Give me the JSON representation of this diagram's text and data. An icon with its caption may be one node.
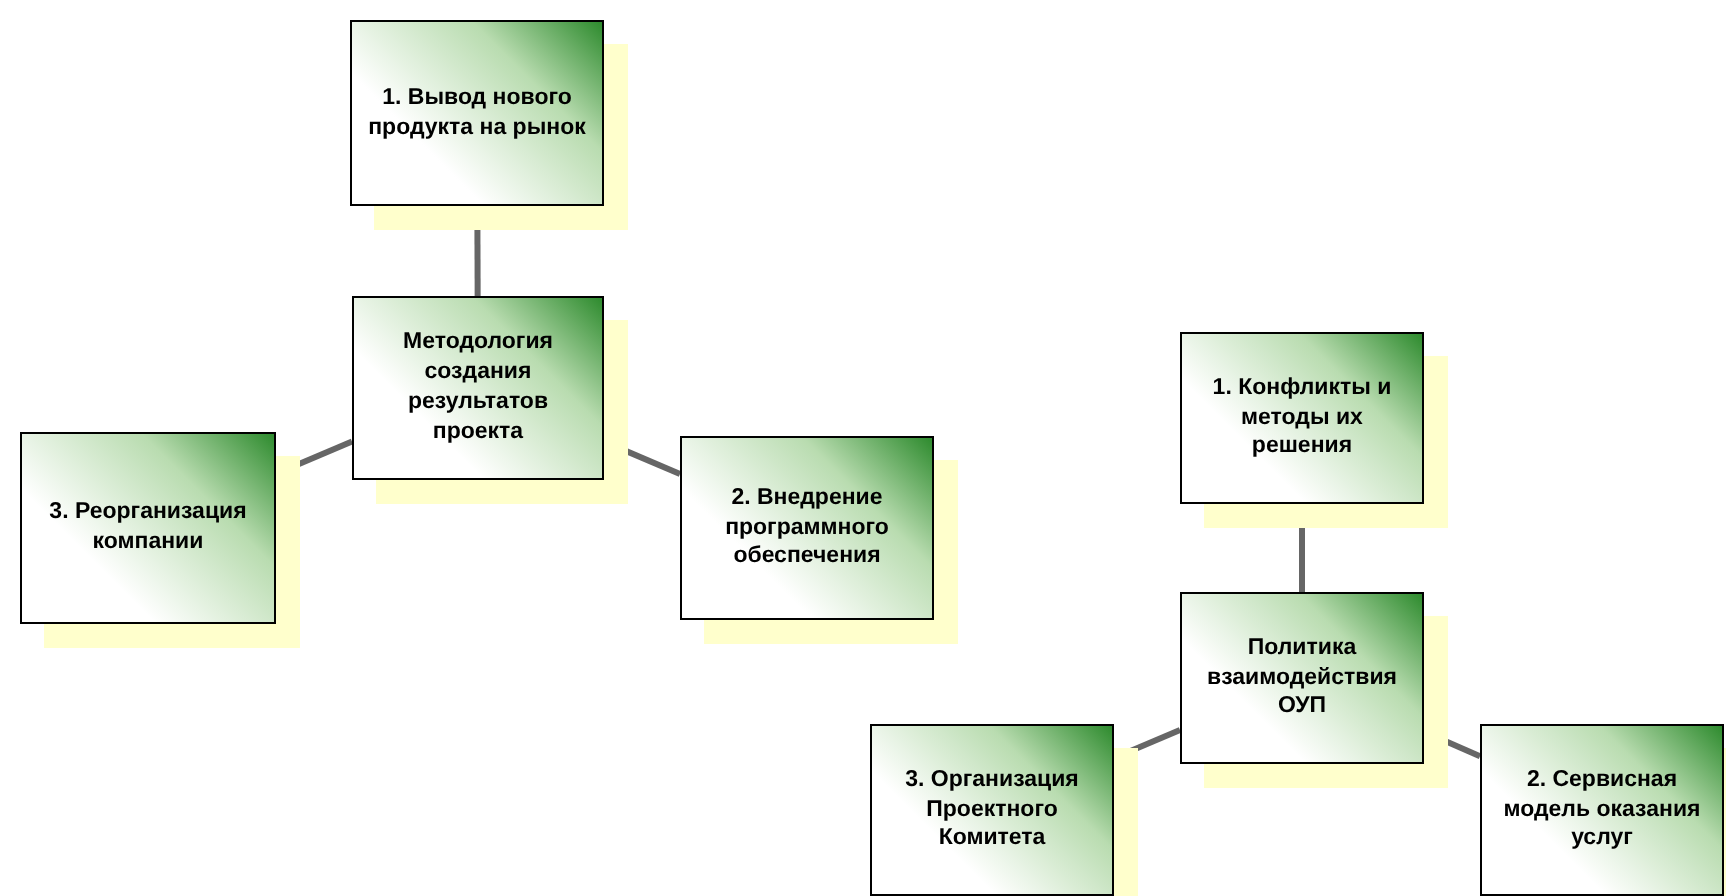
{
  "diagram": {
    "nodes": [
      {
        "text": [
          "1. Вывод нового продукта на рынок"
        ]
      },
      {
        "text": [
          "Методология создания результатов проекта"
        ]
      },
      {
        "text": [
          "2. Внедрение программного обеспечения"
        ]
      },
      {
        "text": [
          "3. Реорганизация компании"
        ]
      },
      {
        "text": [
          "1. Конфликты и методы их решения"
        ]
      },
      {
        "text": [
          "Политика взаимодействия ОУП"
        ]
      },
      {
        "text": [
          "3. Организация Проектного Комитета"
        ]
      },
      {
        "text": [
          "2. Сервисная модель оказания услуг"
        ]
      }
    ],
    "edges": [
      {
        "from": 1,
        "to": 0,
        "arrow": "none"
      },
      {
        "from": 1,
        "to": 2,
        "arrow": "none"
      },
      {
        "from": 1,
        "to": 3,
        "arrow": "none"
      },
      {
        "from": 5,
        "to": 4,
        "arrow": "none"
      },
      {
        "from": 5,
        "to": 6,
        "arrow": "none"
      },
      {
        "from": 5,
        "to": 7,
        "arrow": "none"
      }
    ]
  }
}
